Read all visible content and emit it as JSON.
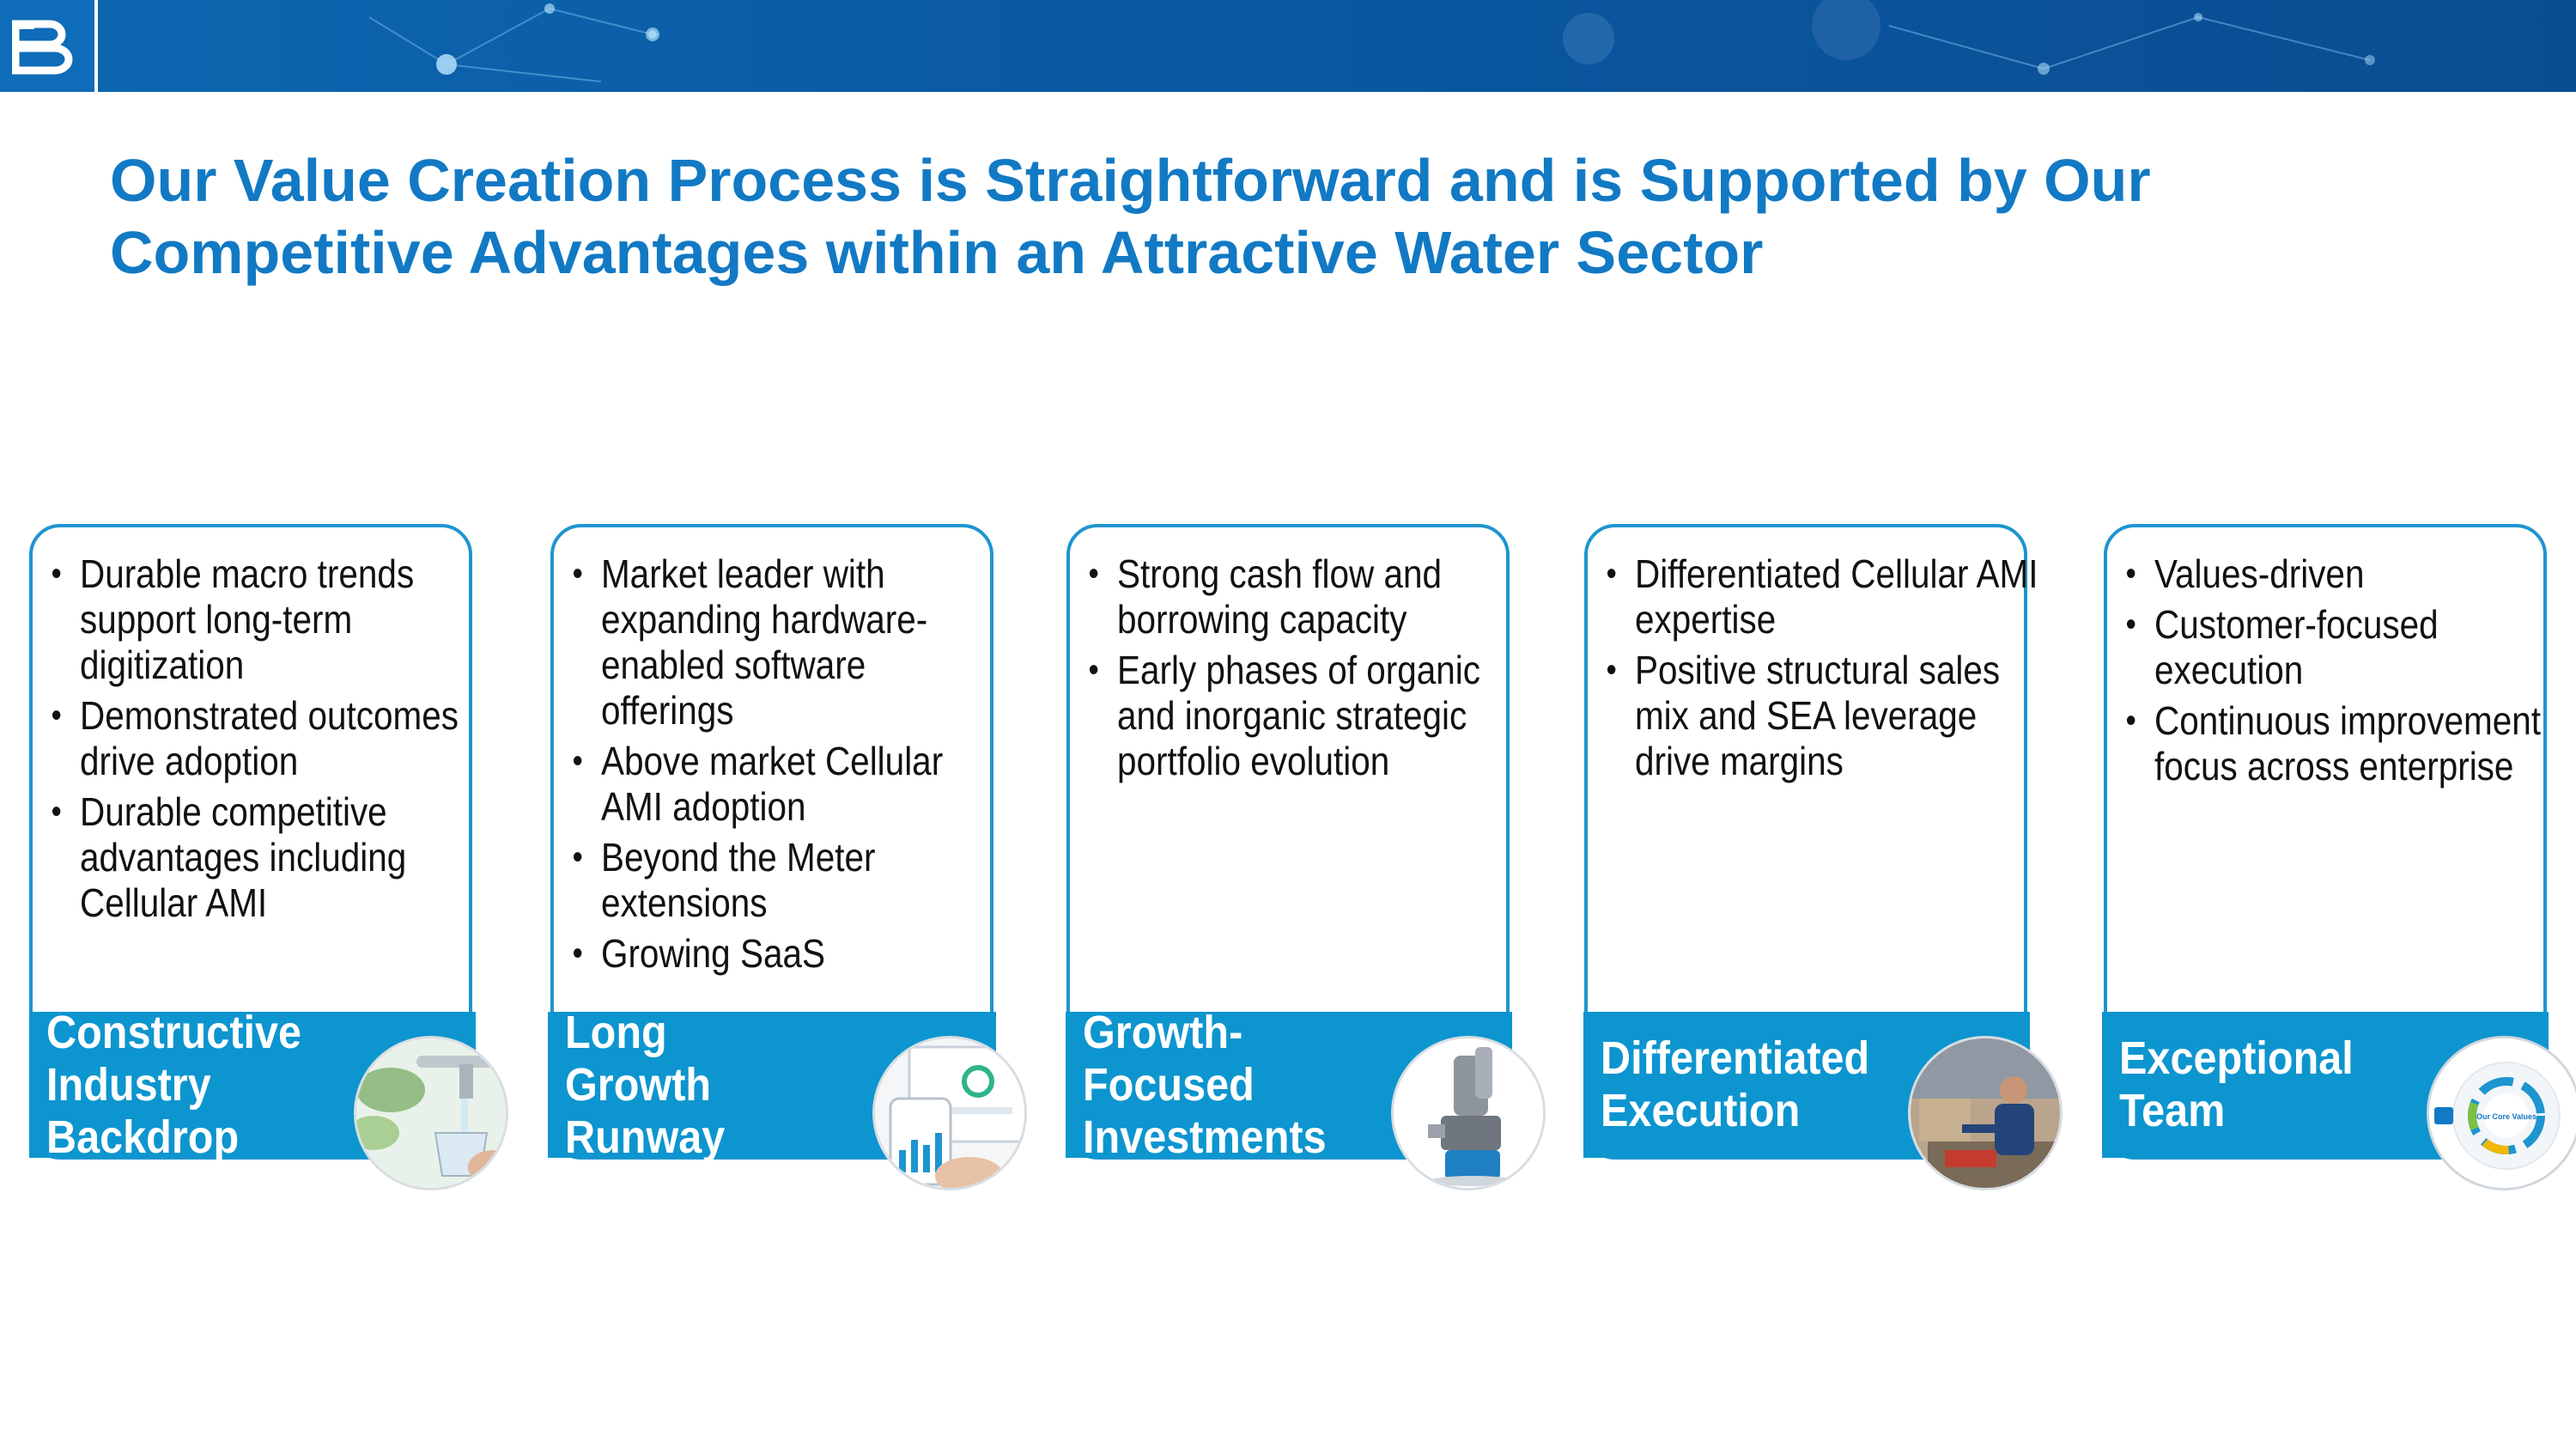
{
  "title": {
    "line1": "Our Value Creation Process is Straightforward and is Supported by Our",
    "line2": "Competitive Advantages within an Attractive Water Sector"
  },
  "colors": {
    "brand_blue": "#1279c4",
    "bar_blue": "#0d95cf",
    "border_blue": "#1e95cf",
    "header_blue": "#0a5aa3"
  },
  "pillars": [
    {
      "label": "Constructive Industry Backdrop",
      "bullets": [
        "Durable macro trends support long-term digitization",
        "Demonstrated outcomes drive adoption",
        "Durable competitive advantages including Cellular AMI"
      ],
      "image_icon": "water-faucet-icon"
    },
    {
      "label": "Long Growth Runway",
      "bullets": [
        "Market leader with expanding hardware-enabled software offerings",
        "Above market Cellular AMI adoption",
        "Beyond the Meter extensions",
        "Growing SaaS"
      ],
      "image_icon": "software-dashboard-icon"
    },
    {
      "label": "Growth-Focused Investments",
      "bullets": [
        "Strong cash flow and borrowing capacity",
        "Early phases of organic and inorganic strategic portfolio evolution"
      ],
      "image_icon": "sensor-device-icon"
    },
    {
      "label": "Differentiated Execution",
      "bullets": [
        "Differentiated Cellular AMI expertise",
        "Positive structural sales mix and SEA leverage drive margins"
      ],
      "image_icon": "factory-worker-icon"
    },
    {
      "label": "Exceptional Team",
      "bullets": [
        "Values-driven",
        "Customer-focused execution",
        "Continuous improvement focus across enterprise"
      ],
      "image_icon": "core-values-wheel-icon",
      "image_text": "Our Core Values"
    }
  ]
}
